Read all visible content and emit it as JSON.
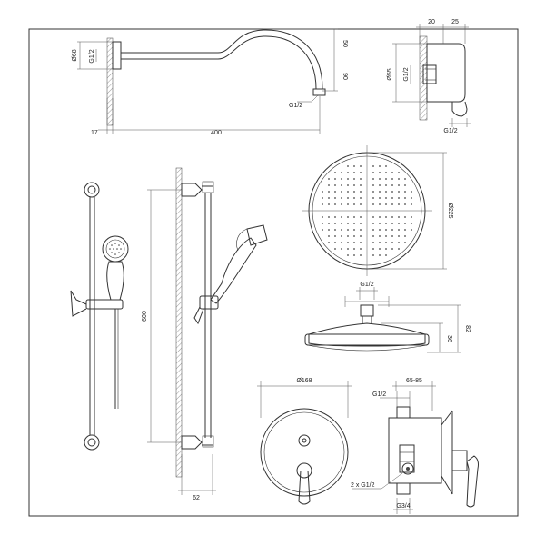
{
  "dimensions": {
    "arm_diameter": "Ø68",
    "arm_thread": "G1/2",
    "arm_rise": "50",
    "arm_drop": "90",
    "arm_outlet_thread": "G1/2",
    "arm_offset": "17",
    "arm_length": "400",
    "elbow_depth_a": "20",
    "elbow_depth_b": "25",
    "elbow_diameter": "Ø55",
    "elbow_thread": "G1/2",
    "elbow_bottom_thread": "G1/2",
    "rail_height": "600",
    "rail_projection": "62",
    "head_diameter": "Ø225",
    "head_thread": "G1/2",
    "head_height": "36",
    "head_total_height": "82",
    "plate_diameter": "Ø168",
    "valve_thread_top": "G1/2",
    "valve_depth_range": "65-85",
    "valve_inlets": "2 x G1/2",
    "valve_outlet": "G3/4"
  }
}
